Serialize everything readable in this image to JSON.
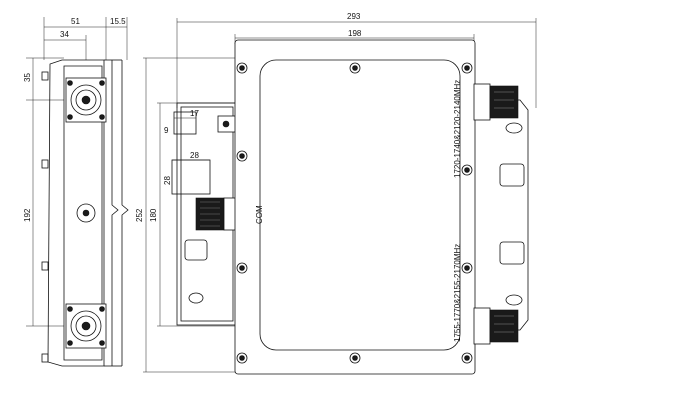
{
  "dimensions": {
    "side_depth": "51",
    "side_flange": "15.5",
    "side_connector_offset": "34",
    "side_top_offset": "35",
    "side_height": "192",
    "overall_width": "293",
    "body_width": "198",
    "overall_height": "252",
    "port_span": "180",
    "com_offset_a": "17",
    "com_offset_b": "9",
    "com_box_w": "28",
    "com_box_h": "28"
  },
  "labels": {
    "com_port": "COM",
    "port_upper": "1720-1740&2120-2140MHz",
    "port_lower": "1755-1770&2155-2170MHz"
  }
}
